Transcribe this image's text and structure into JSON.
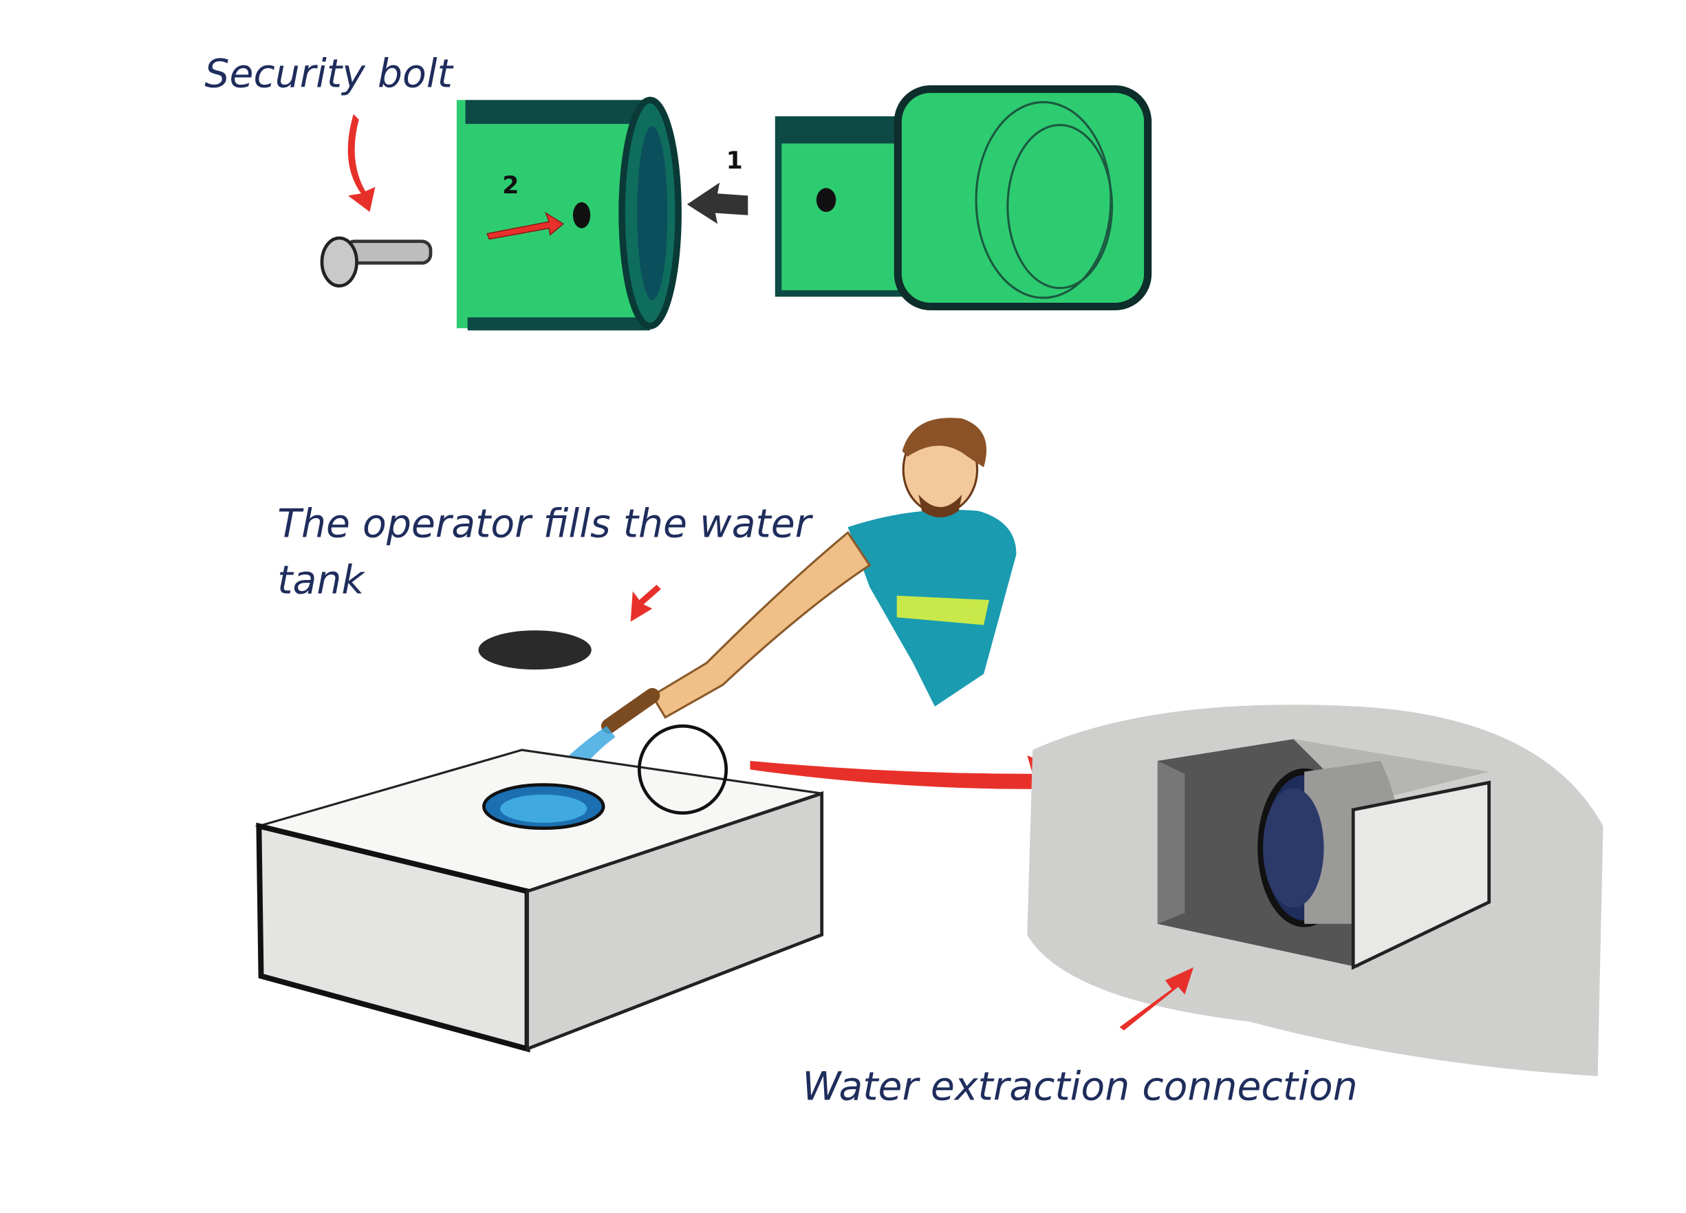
{
  "labels": {
    "security_bolt": "Security bolt",
    "operator_line1": "The operator fills the water",
    "operator_line2": "tank",
    "water_extraction": "Water extraction connection"
  },
  "steps": {
    "step1": "1",
    "step2": "2"
  },
  "colors": {
    "pipe_green": "#2ecc71",
    "pipe_dark": "#0d4a45",
    "arrow_red": "#e8302a",
    "text_navy": "#1f2d5c",
    "shirt_teal": "#1a9bb0",
    "water_blue": "#3fa9e0",
    "tank_grey": "#e4e4e2"
  }
}
